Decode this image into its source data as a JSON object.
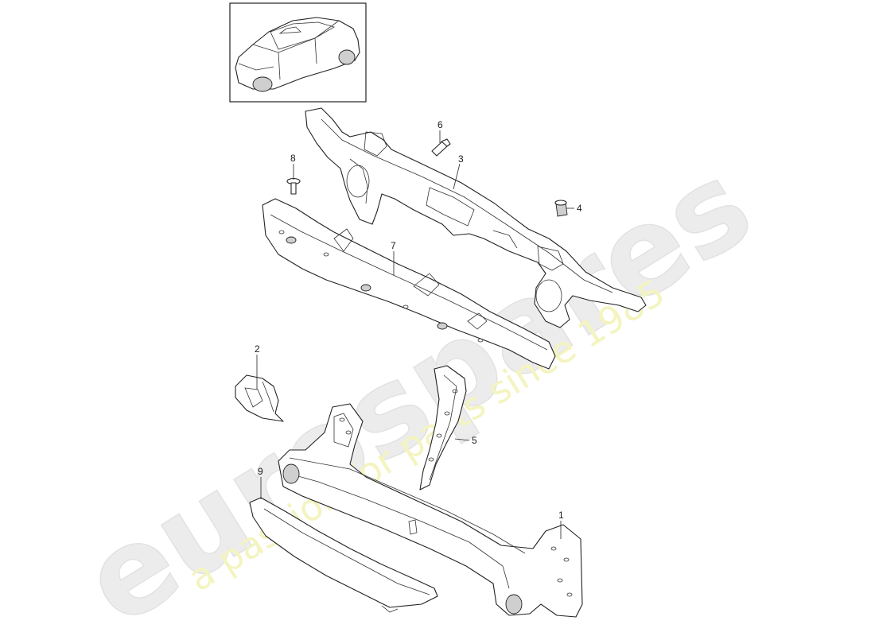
{
  "watermark": {
    "brand": "eurospares",
    "tagline": "a passion for parts since 1985",
    "brand_color": "#e8e8e8",
    "tagline_color": "#f3f3b8"
  },
  "thumbnail": {
    "icon": "car-suv-icon"
  },
  "parts": [
    {
      "number": "1"
    },
    {
      "number": "2"
    },
    {
      "number": "3"
    },
    {
      "number": "4"
    },
    {
      "number": "5"
    },
    {
      "number": "6"
    },
    {
      "number": "7"
    },
    {
      "number": "8"
    },
    {
      "number": "9"
    }
  ]
}
